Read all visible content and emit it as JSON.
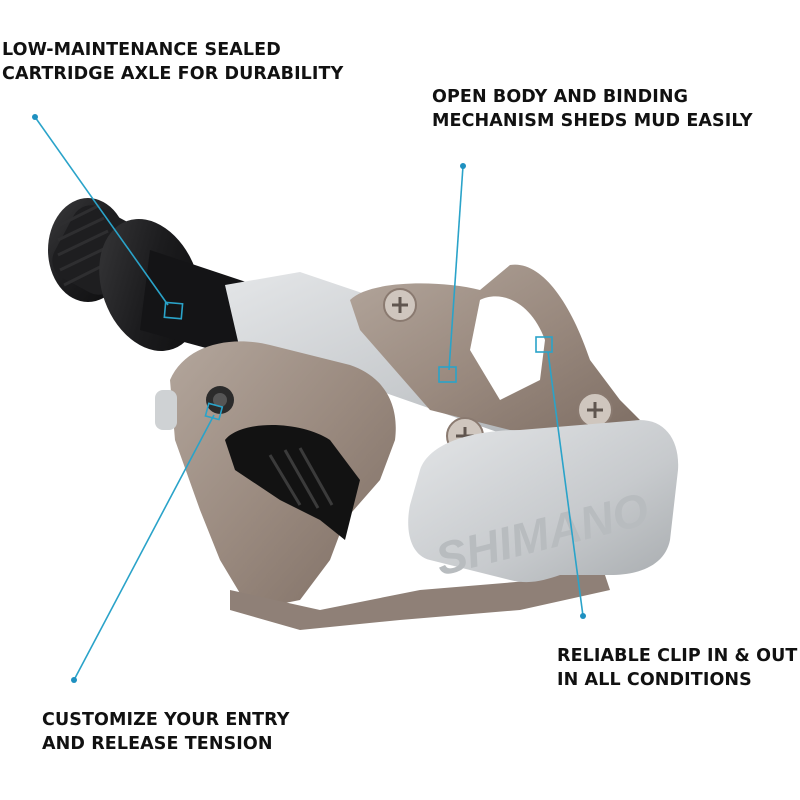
{
  "infographic": {
    "product_brand": "SHIMANO",
    "axle_marking": "SHIMANO",
    "accent_color": "#2aa3c9",
    "callouts": [
      {
        "id": "sealed-axle",
        "lines": [
          "LOW-MAINTENANCE SEALED",
          "CARTRIDGE AXLE FOR DURABILITY"
        ]
      },
      {
        "id": "open-body",
        "lines": [
          "OPEN BODY AND BINDING",
          "MECHANISM SHEDS MUD EASILY"
        ]
      },
      {
        "id": "clip-in-out",
        "lines": [
          "RELIABLE CLIP IN & OUT",
          "IN ALL CONDITIONS"
        ]
      },
      {
        "id": "release-tension",
        "lines": [
          "CUSTOMIZE YOUR ENTRY",
          "AND RELEASE TENSION"
        ]
      }
    ]
  }
}
